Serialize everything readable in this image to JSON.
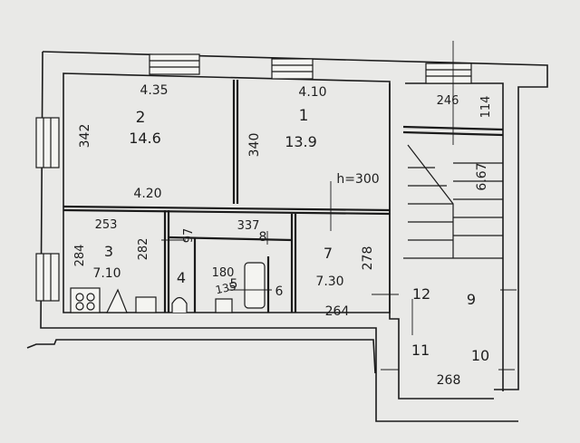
{
  "plan": {
    "rooms": [
      {
        "id": "room-2",
        "number": "2",
        "area": "14.6"
      },
      {
        "id": "room-1",
        "number": "1",
        "area": "13.9"
      },
      {
        "id": "room-3",
        "number": "3",
        "area": "7.10"
      },
      {
        "id": "room-7",
        "number": "7",
        "area": "7.30"
      }
    ],
    "small_rooms": {
      "room_4": "4",
      "room_5": "5",
      "room_6": "6",
      "room_8": "8"
    },
    "dimensions": {
      "d_435": "4.35",
      "d_410": "4.10",
      "d_342": "342",
      "d_340": "340",
      "d_420": "4.20",
      "d_h300": "h=300",
      "d_253": "253",
      "d_97": "97",
      "d_337": "337",
      "d_284": "284",
      "d_282": "282",
      "d_180": "180",
      "d_135": "135",
      "d_278": "278",
      "d_264": "264",
      "d_246": "246",
      "d_114": "114",
      "d_667": "6.67",
      "d_268": "268"
    },
    "stair_labels": {
      "s12": "12",
      "s9": "9",
      "s11": "11",
      "s10": "10"
    }
  },
  "colors": {
    "paper": "#e9e9e7",
    "ink": "#1b1b1b",
    "wall_fill": "#f4f4f1"
  }
}
